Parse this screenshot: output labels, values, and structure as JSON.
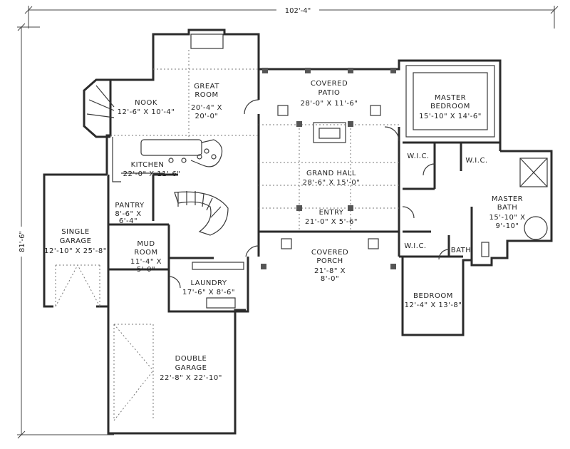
{
  "dimensions": {
    "overall_width": "102'-4\"",
    "overall_depth": "81'-6\""
  },
  "rooms": {
    "great_room": {
      "name": "GREAT ROOM",
      "size": "20'-4\" X 20'-0\""
    },
    "nook": {
      "name": "NOOK",
      "size": "12'-6\" X 10'-4\""
    },
    "kitchen": {
      "name": "KITCHEN",
      "size": "22'-0\" X 11'-6\""
    },
    "covered_patio": {
      "name": "COVERED PATIO",
      "size": "28'-0\" X 11'-6\""
    },
    "master_bedroom": {
      "name": "MASTER BEDROOM",
      "size": "15'-10\" X 14'-6\""
    },
    "grand_hall": {
      "name": "GRAND HALL",
      "size": "28'-6\" X 15'-0\""
    },
    "entry": {
      "name": "ENTRY",
      "size": "21'-0\" X 5'-6\""
    },
    "master_bath": {
      "name": "MASTER BATH",
      "size": "15'-10\" X 9'-10\""
    },
    "pantry": {
      "name": "PANTRY",
      "size": "8'-6\" X 6'-4\""
    },
    "single_garage": {
      "name": "SINGLE GARAGE",
      "size": "12'-10\" X 25'-8\""
    },
    "mud_room": {
      "name": "MUD ROOM",
      "size": "11'-4\" X 5'-0\""
    },
    "laundry": {
      "name": "LAUNDRY",
      "size": "17'-6\" X 8'-6\""
    },
    "covered_porch": {
      "name": "COVERED PORCH",
      "size": "21'-8\" X 8'-0\""
    },
    "bedroom": {
      "name": "BEDROOM",
      "size": "12'-4\" X 13'-8\""
    },
    "double_garage": {
      "name": "DOUBLE GARAGE",
      "size": "22'-8\" X 22'-10\""
    }
  },
  "closets": {
    "wic_1": "W.I.C.",
    "wic_2": "W.I.C.",
    "wic_3": "W.I.C.",
    "bath": "BATH"
  }
}
